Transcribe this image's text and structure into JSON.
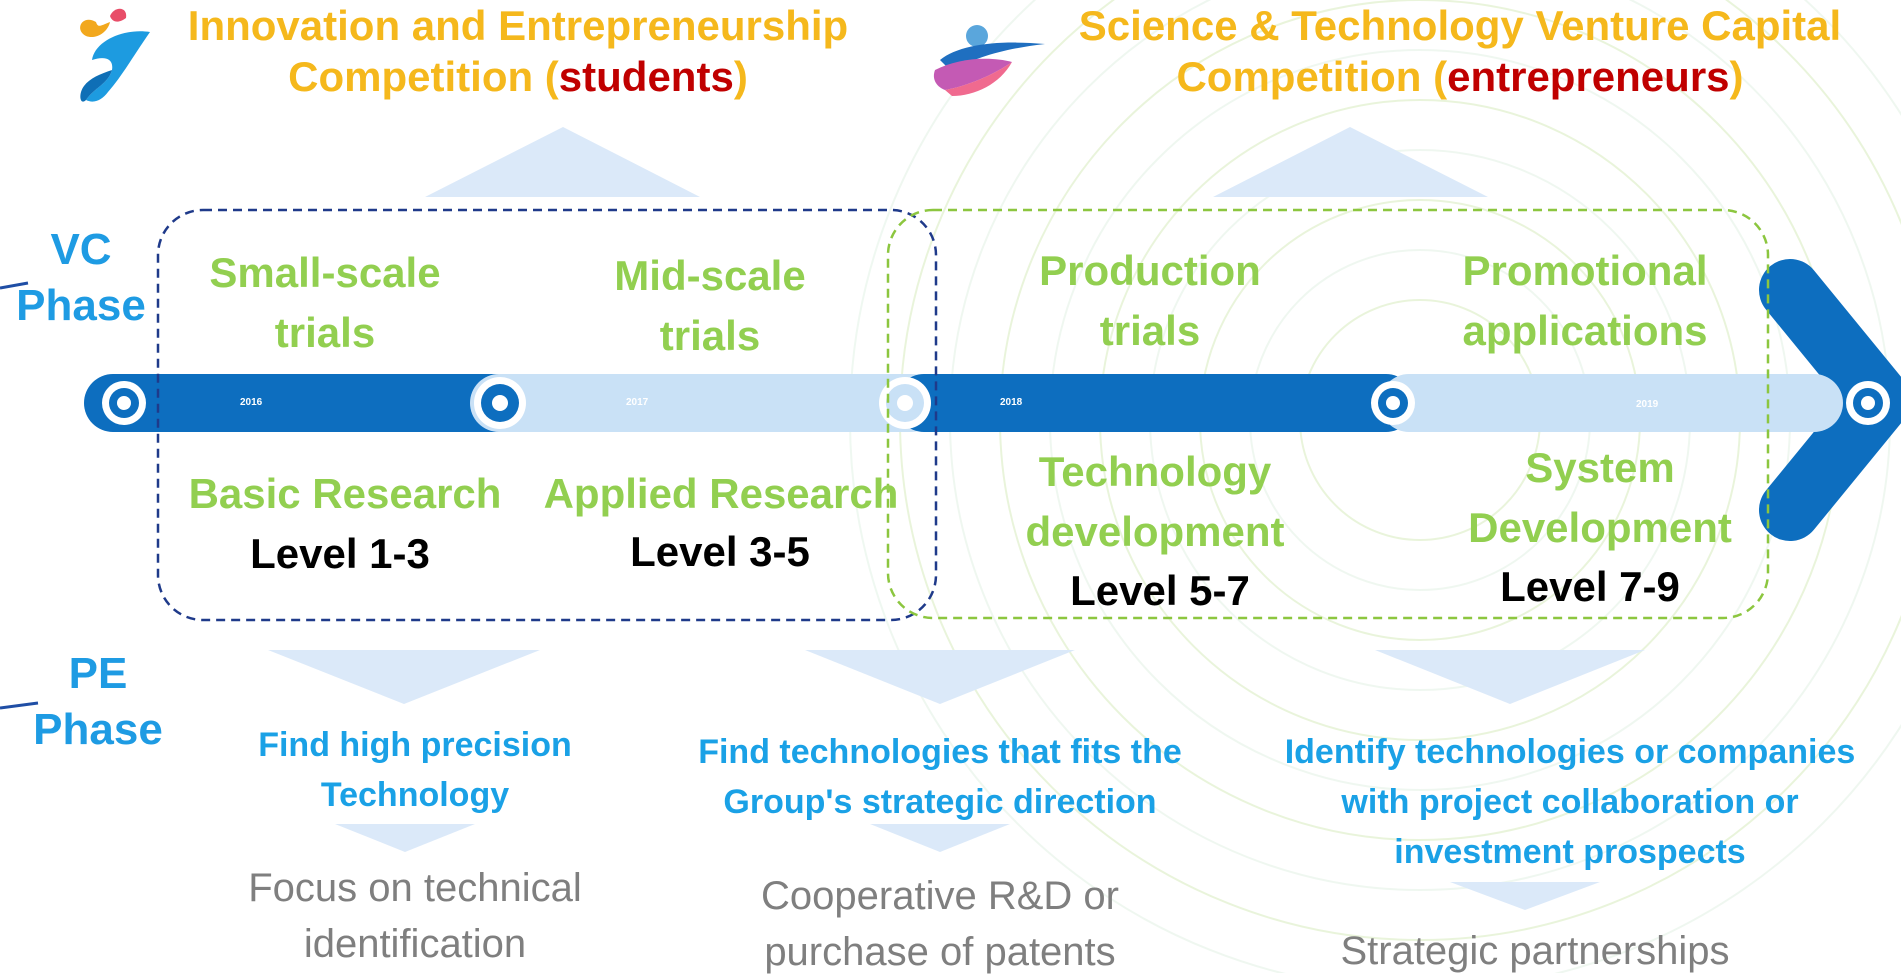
{
  "colors": {
    "title_gold": "#f5b81c",
    "highlight_red": "#c00000",
    "phase_blue": "#1e9be3",
    "stage_green": "#92cf50",
    "bar_dark": "#0d6ebf",
    "bar_light": "#c9e1f6",
    "arrow_pale": "#dbe9f9",
    "group_navy": "#1f3a8a",
    "group_green": "#8cc63f",
    "text_grey": "#7f7f7f"
  },
  "competitions": {
    "students": {
      "line1": "Innovation and Entrepreneurship",
      "line2_pre": "Competition (",
      "highlight": "students",
      "line2_post": ")"
    },
    "entrepreneurs": {
      "line1": "Science & Technology Venture Capital",
      "line2_pre": "Competition (",
      "highlight": "entrepreneurs",
      "line2_post": ")"
    }
  },
  "phases": {
    "vc": [
      "VC",
      "Phase"
    ],
    "pe": [
      "PE",
      "Phase"
    ]
  },
  "timeline": {
    "years": [
      "2016",
      "2017",
      "2018",
      "2019"
    ]
  },
  "stages": [
    {
      "trial": [
        "Small-scale",
        "trials"
      ],
      "research": "Basic Research",
      "level": "Level 1-3"
    },
    {
      "trial": [
        "Mid-scale",
        "trials"
      ],
      "research": "Applied Research",
      "level": "Level 3-5"
    },
    {
      "trial": [
        "Production",
        "trials"
      ],
      "research": [
        "Technology",
        "development"
      ],
      "level": "Level 5-7"
    },
    {
      "trial": [
        "Promotional",
        "applications"
      ],
      "research": [
        "System",
        "Development"
      ],
      "level": "Level 7-9"
    }
  ],
  "pe_goals": [
    {
      "goal": [
        "Find high precision",
        "Technology"
      ],
      "outcome": [
        "Focus on technical",
        "identification"
      ]
    },
    {
      "goal": [
        "Find technologies that fits the",
        "Group's strategic direction"
      ],
      "outcome": [
        "Cooperative R&D or",
        "purchase of patents"
      ]
    },
    {
      "goal": [
        "Identify technologies or companies",
        "with project collaboration or",
        "investment prospects"
      ],
      "outcome": [
        "Strategic partnerships"
      ]
    }
  ]
}
